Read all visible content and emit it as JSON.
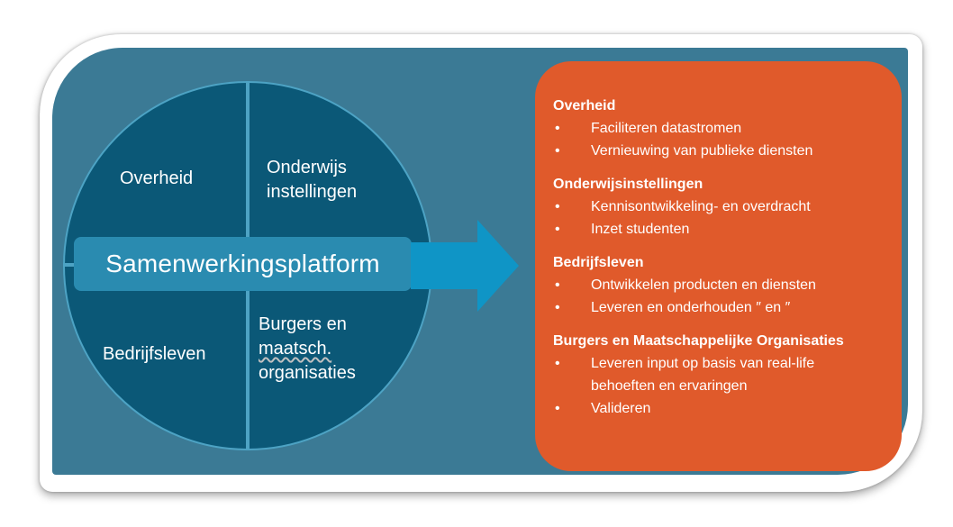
{
  "diagram": {
    "quadrants": {
      "top_left": "Overheid",
      "top_right_line1": "Onderwijs",
      "top_right_line2": "instellingen",
      "bottom_left": "Bedrijfsleven",
      "bottom_right_line1": "Burgers en",
      "bottom_right_line2": "maatsch.",
      "bottom_right_line3": "organisaties"
    },
    "center_label": "Samenwerkingsplatform"
  },
  "details": {
    "bullet_char": "•",
    "sections": [
      {
        "title": "Overheid",
        "items": [
          "Faciliteren datastromen",
          "Vernieuwing van publieke diensten"
        ]
      },
      {
        "title": "Onderwijsinstellingen",
        "items": [
          "Kennisontwikkeling- en overdracht",
          "Inzet studenten"
        ]
      },
      {
        "title": "Bedrijfsleven",
        "items": [
          "Ontwikkelen producten en diensten",
          "Leveren en onderhouden ″ en ″"
        ]
      },
      {
        "title": "Burgers en Maatschappelijke Organisaties",
        "items": [
          "Leveren input op basis van real-life",
          "behoeften en ervaringen",
          "Valideren"
        ]
      }
    ]
  },
  "colors": {
    "panel_bg": "#3b7a95",
    "circle_fill": "#0b5877",
    "divider": "#4da3c4",
    "platform_bar": "#2a8bb0",
    "arrow": "#0f95c6",
    "orange_box": "#e05a2b"
  }
}
